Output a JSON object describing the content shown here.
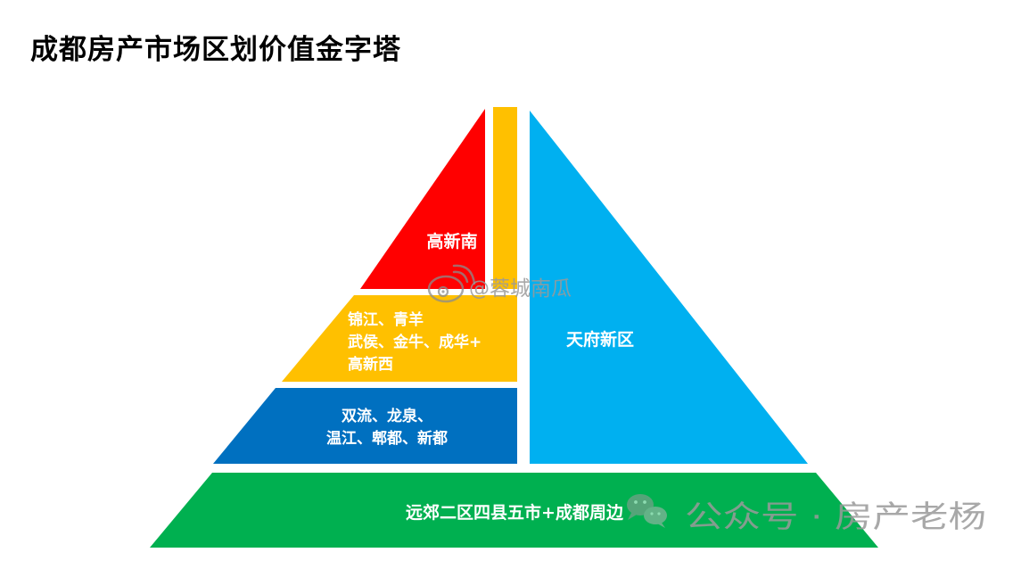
{
  "title": "成都房产市场区划价值金字塔",
  "colors": {
    "top": "#ff0000",
    "gold": "#ffc000",
    "third_tier": "#0070c0",
    "tianfu": "#00b0f0",
    "base": "#00b050",
    "label": "#ffffff"
  },
  "tiers": {
    "top": {
      "label": "高新南"
    },
    "second": {
      "lines": [
        "锦江、青羊",
        "武侯、金牛、成华+",
        "高新西"
      ]
    },
    "third": {
      "lines": [
        "双流、龙泉、",
        "温江、郫都、新都"
      ]
    },
    "tianfu": {
      "label": "天府新区"
    },
    "base": {
      "label": "远郊二区四县五市+成都周边"
    }
  },
  "watermarks": {
    "weibo": {
      "icon": "weibo-icon",
      "text": "@蓉城南瓜"
    },
    "wechat": {
      "icon": "wechat-icon",
      "text": "公众号 · 房产老杨"
    }
  }
}
